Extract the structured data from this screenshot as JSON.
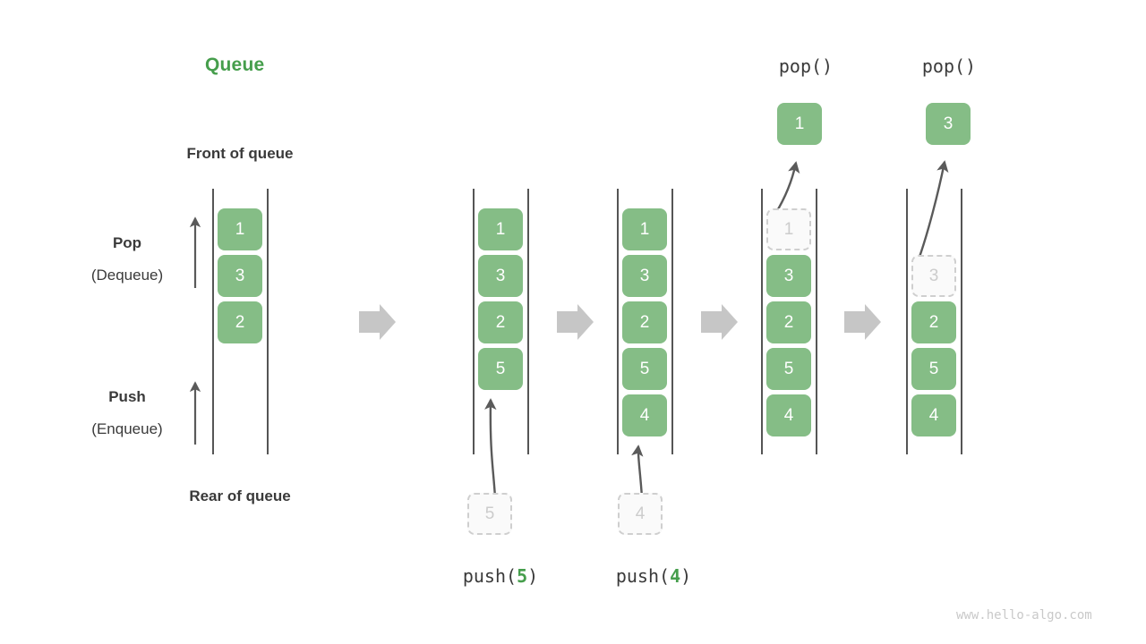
{
  "diagram": {
    "title": "Queue",
    "watermark": "www.hello-algo.com",
    "annotations": {
      "front_of_queue": "Front of queue",
      "rear_of_queue": "Rear of queue",
      "pop_label": "Pop",
      "pop_sublabel": "(Dequeue)",
      "push_label": "Push",
      "push_sublabel": "(Enqueue)"
    },
    "colors": {
      "element_fill": "#85bd86",
      "element_text": "#ffffff",
      "ghost_fill": "#fafafa",
      "ghost_border": "#cfcfcf",
      "ghost_text": "#cccccc",
      "rail": "#555555",
      "arrow_gray": "#c6c6c6",
      "motion_arrow": "#5a5a5a",
      "title_green": "#469e4c",
      "text_dark": "#3a3a3a",
      "watermark": "#c9c9c9"
    },
    "steps": [
      {
        "id": "initial",
        "caption": "",
        "top_label": "",
        "elements": [
          "1",
          "3",
          "2"
        ],
        "ghost_index": -1,
        "detached": null
      },
      {
        "id": "push-5",
        "caption_prefix": "push(",
        "caption_arg": "5",
        "caption_suffix": ")",
        "top_label": "",
        "elements": [
          "1",
          "3",
          "2",
          "5"
        ],
        "ghost_index": -1,
        "detached": {
          "value": "5",
          "position": "bottom",
          "ghost": true
        }
      },
      {
        "id": "push-4",
        "caption_prefix": "push(",
        "caption_arg": "4",
        "caption_suffix": ")",
        "top_label": "",
        "elements": [
          "1",
          "3",
          "2",
          "5",
          "4"
        ],
        "ghost_index": -1,
        "detached": {
          "value": "4",
          "position": "bottom",
          "ghost": true
        }
      },
      {
        "id": "pop-1",
        "caption": "",
        "top_label": "pop()",
        "elements": [
          "1",
          "3",
          "2",
          "5",
          "4"
        ],
        "ghost_index": 0,
        "detached": {
          "value": "1",
          "position": "top",
          "ghost": false
        }
      },
      {
        "id": "pop-3",
        "caption": "",
        "top_label": "pop()",
        "elements": [
          "3",
          "2",
          "5",
          "4"
        ],
        "ghost_index": 0,
        "detached": {
          "value": "3",
          "position": "top",
          "ghost": false
        }
      }
    ],
    "transition_arrows": 4,
    "cells": {
      "c0": [
        "1",
        "3",
        "2"
      ],
      "c1": [
        "1",
        "3",
        "2",
        "5"
      ],
      "c2": [
        "1",
        "3",
        "2",
        "5",
        "4"
      ],
      "c3": [
        "1",
        "3",
        "2",
        "5",
        "4"
      ],
      "c4": [
        "3",
        "2",
        "5",
        "4"
      ]
    },
    "detached_values": {
      "push5": "5",
      "push4": "4",
      "pop1": "1",
      "pop3": "3"
    },
    "top_labels": {
      "pop_a": "pop()",
      "pop_b": "pop()"
    },
    "captions": {
      "push5_prefix": "push(",
      "push5_arg": "5",
      "push5_suffix": ")",
      "push4_prefix": "push(",
      "push4_arg": "4",
      "push4_suffix": ")"
    }
  }
}
